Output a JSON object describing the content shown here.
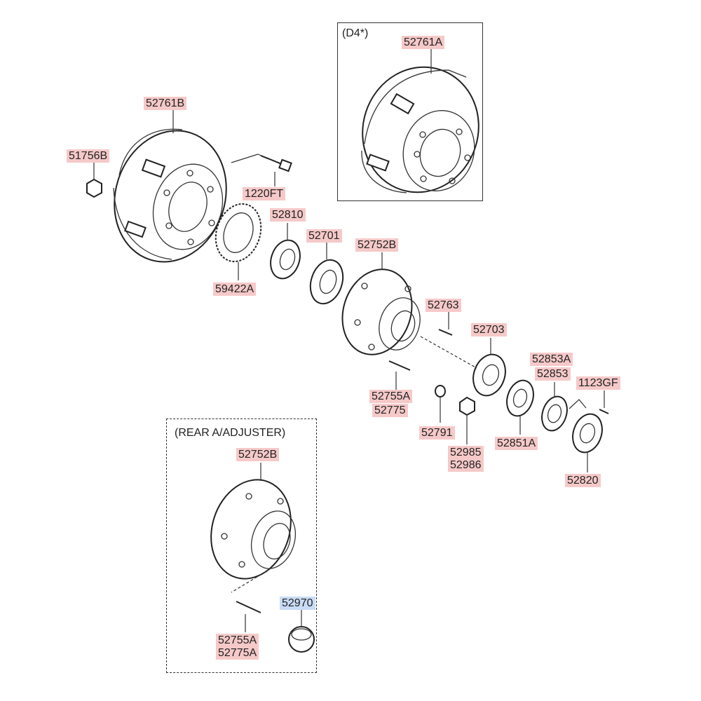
{
  "boxes": {
    "d4_caption": "(D4*)",
    "rear_caption": "(REAR A/ADJUSTER)"
  },
  "labels": {
    "p52761A": "52761A",
    "p52761B": "52761B",
    "p51756B": "51756B",
    "p1220FT": "1220FT",
    "p52810": "52810",
    "p59422A": "59422A",
    "p52701": "52701",
    "p52752B": "52752B",
    "p52763": "52763",
    "p52703": "52703",
    "p52853A": "52853A",
    "p52853": "52853",
    "p1123GF": "1123GF",
    "p52755A": "52755A",
    "p52775": "52775",
    "p52791": "52791",
    "p52851A": "52851A",
    "p52985": "52985",
    "p52986": "52986",
    "p52820": "52820",
    "p52752B_rear": "52752B",
    "p52970": "52970",
    "p52755A_rear": "52755A",
    "p52775A_rear": "52775A"
  },
  "colors": {
    "label_highlight": "#f6c9c9",
    "label_highlight_blue": "#c9dcf6",
    "line": "#222222"
  }
}
